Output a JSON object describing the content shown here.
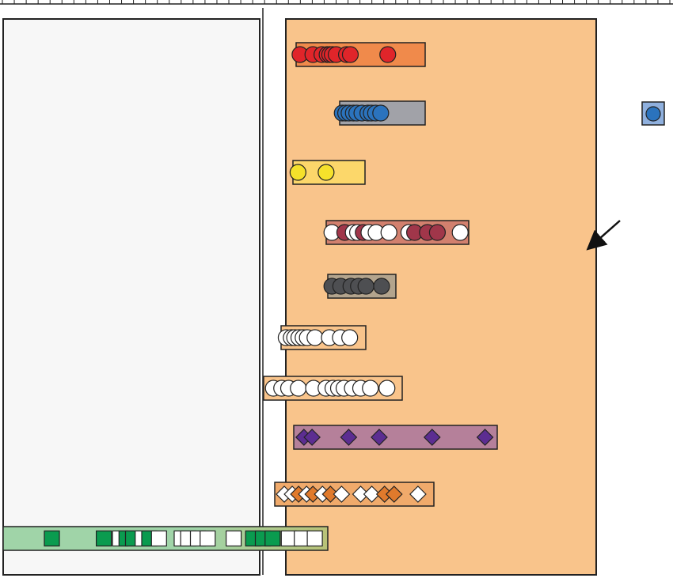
{
  "colors": {
    "left_panel": "#f7f7f7",
    "right_panel": "#f9c48b",
    "outline": "#222222",
    "white": "#ffffff"
  },
  "ruler": {
    "ticks": 56
  },
  "rows": [
    {
      "id": "red",
      "shape": "circle",
      "fill": "#e0252a",
      "bar": "#f08a4b",
      "members": [
        0.03,
        0.13,
        0.2,
        0.24,
        0.26,
        0.28,
        0.31,
        0.39,
        0.42,
        0.71
      ],
      "hollow": []
    },
    {
      "id": "blue",
      "shape": "circle",
      "fill": "#2b73bd",
      "bar": "#a1a2a8",
      "members": [
        0.03,
        0.07,
        0.11,
        0.16,
        0.2,
        0.26,
        0.33,
        0.37,
        0.42,
        0.48
      ],
      "hollow": []
    },
    {
      "id": "yellow",
      "shape": "circle",
      "fill": "#f5e12b",
      "bar": "#fcd76a",
      "members": [
        0.07,
        0.46
      ],
      "hollow": []
    },
    {
      "id": "maroon",
      "shape": "circle",
      "fill": "#a0364a",
      "bar": "#d2806e",
      "members": [
        0.04,
        0.13,
        0.19,
        0.22,
        0.26,
        0.3,
        0.35,
        0.44,
        0.58,
        0.62,
        0.71,
        0.78,
        0.94
      ],
      "hollow": [
        0.04,
        0.19,
        0.22,
        0.3,
        0.35,
        0.44,
        0.58,
        0.94
      ]
    },
    {
      "id": "gray",
      "shape": "circle",
      "fill": "#4e4f52",
      "bar": "#b3a48d",
      "members": [
        0.06,
        0.19,
        0.34,
        0.45,
        0.56,
        0.79
      ],
      "hollow": []
    },
    {
      "id": "white",
      "shape": "circle",
      "fill": "#ffffff",
      "bar": "#f9c48b",
      "members": [
        0.06,
        0.12,
        0.16,
        0.21,
        0.26,
        0.31,
        0.4,
        0.57,
        0.7,
        0.81
      ],
      "hollow": []
    },
    {
      "id": "white2",
      "shape": "circle",
      "fill": "#ffffff",
      "bar": "#f9c48b",
      "members": [
        0.07,
        0.13,
        0.18,
        0.25,
        0.36,
        0.45,
        0.5,
        0.54,
        0.58,
        0.64,
        0.7,
        0.77,
        0.89
      ],
      "hollow": []
    },
    {
      "id": "purple",
      "shape": "diamond",
      "fill": "#5c2d91",
      "bar": "#b5809a",
      "members": [
        0.05,
        0.09,
        0.27,
        0.42,
        0.68,
        0.94
      ],
      "hollow": []
    },
    {
      "id": "orange",
      "shape": "diamond",
      "fill": "#e07a2c",
      "bar": "#f0aa6b",
      "members": [
        0.06,
        0.11,
        0.15,
        0.2,
        0.24,
        0.3,
        0.35,
        0.42,
        0.54,
        0.61,
        0.69,
        0.75,
        0.9
      ],
      "hollow": [
        0.06,
        0.11,
        0.2,
        0.3,
        0.42,
        0.54,
        0.61,
        0.9
      ]
    },
    {
      "id": "green",
      "shape": "square",
      "fill": "#0a9b4f",
      "bar": "#a0d4a8",
      "members": [
        0.15,
        0.31,
        0.36,
        0.38,
        0.4,
        0.43,
        0.45,
        0.48,
        0.55,
        0.57,
        0.6,
        0.63,
        0.71,
        0.77,
        0.8,
        0.83,
        0.88,
        0.92,
        0.96
      ],
      "hollow": [
        0.36,
        0.43,
        0.48,
        0.55,
        0.57,
        0.6,
        0.63,
        0.71,
        0.88,
        0.92,
        0.96
      ]
    }
  ],
  "outlier": {
    "shape": "circle",
    "fill": "#2b73bd",
    "bar": "#8fb0de"
  }
}
